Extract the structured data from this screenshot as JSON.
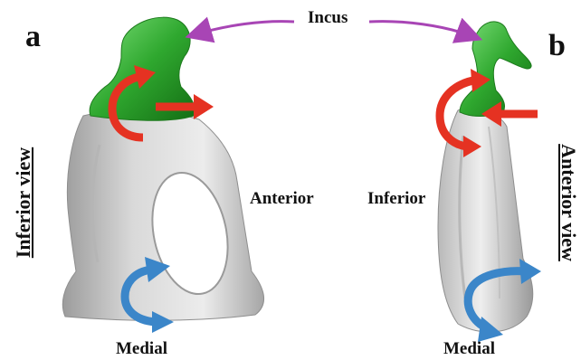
{
  "labels": {
    "panel_a": "a",
    "panel_b": "b",
    "incus": "Incus",
    "anterior": "Anterior",
    "inferior": "Inferior",
    "medial_a": "Medial",
    "medial_b": "Medial",
    "inferior_view": "Inferior view",
    "anterior_view": "Anterior view"
  },
  "colors": {
    "bone_gray": "#cfcfcf",
    "incus_green": "#2fa82f",
    "arrow_red": "#e53222",
    "arrow_blue": "#3b86c9",
    "pointer_purple": "#a845b5"
  },
  "icons": {
    "rotation_red": "curved-rotation-arrow",
    "rotation_blue": "curved-rotation-arrow",
    "translation_red": "straight-arrow",
    "pointer": "curved-pointer-arrow"
  }
}
